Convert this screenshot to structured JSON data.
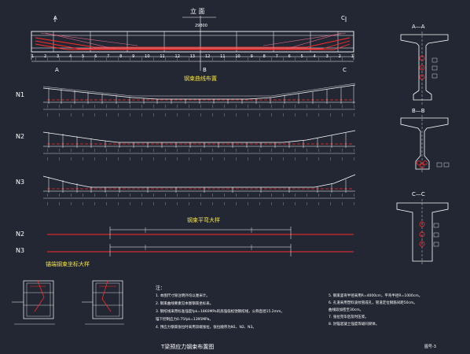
{
  "elevation": {
    "title": "立 面",
    "span_dim": "29800",
    "section_marks": {
      "a_left": "A",
      "a_left_bottom": "A",
      "c_right": "C",
      "c_right_bottom": "C",
      "b_mid": "B"
    },
    "node_numbers": [
      "1",
      "2",
      "3",
      "4",
      "5",
      "6",
      "7",
      "8",
      "9",
      "10",
      "11",
      "12",
      "13",
      "12",
      "11",
      "10",
      "9",
      "8",
      "7",
      "6",
      "5",
      "4",
      "3",
      "2",
      "1"
    ]
  },
  "tendon_plan": {
    "title": "钢束曲线布置",
    "rows": [
      {
        "label": "N1"
      },
      {
        "label": "N2"
      },
      {
        "label": "N3"
      }
    ]
  },
  "straight_view": {
    "title": "钢束平弯大样",
    "rows": [
      {
        "label": "N2"
      },
      {
        "label": "N3"
      }
    ]
  },
  "anchor_detail": {
    "title": "锚端钢束坐标大样"
  },
  "sections": [
    {
      "label": "A—A"
    },
    {
      "label": "B—B"
    },
    {
      "label": "C—C"
    }
  ],
  "notes": {
    "heading": "注：",
    "left": [
      "1. 本图尺寸除注明外均以厘米计。",
      "2. 钢束曲线要素见本图钢束坐标表。",
      "3. 钢绞线采用标准强度fpk=1860MPa的高强低松弛钢绞线，公称直径15.2mm。",
      "   锚下控制应力0.75fpk=1395MPa。",
      "4. 预应力钢束张拉时采用双端张拉，张拉顺序为N1、N2、N3。"
    ],
    "right": [
      "5. 钢束竖弯半径采用R=4000cm，平弯半径R=1000cm。",
      "6. 孔道采用塑料波纹管成孔，管道定位钢筋间距50cm。",
      "   曲线段加密至30cm。",
      "7. 张拉完毕后及时压浆。",
      "8. 封锚混凝土强度等级同梁体。"
    ]
  },
  "drawing_title": "T梁预应力钢束布置图",
  "drawing_number": "图号-3"
}
